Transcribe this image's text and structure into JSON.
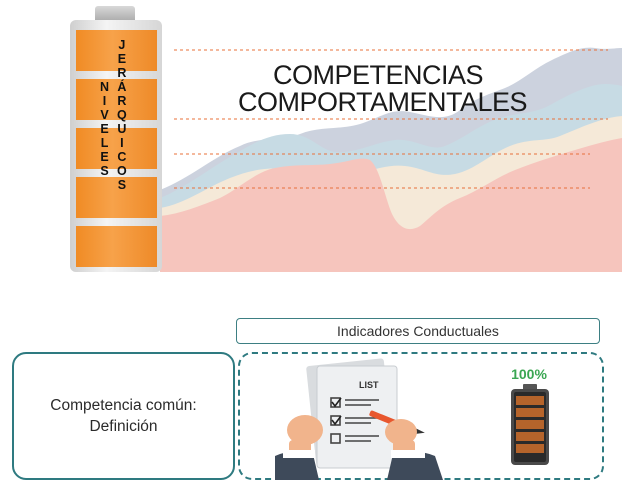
{
  "title": {
    "line1": "COMPETENCIAS",
    "line2": "COMPORTAMENTALES"
  },
  "battery_words": {
    "left": [
      "N",
      "I",
      "V",
      "E",
      "L",
      "E",
      "S"
    ],
    "right": [
      "J",
      "E",
      "R",
      "Á",
      "R",
      "Q",
      "U",
      "I",
      "C",
      "O",
      "S"
    ]
  },
  "indicators_header": "Indicadores Conductuales",
  "definition": {
    "line1": "Competencia común:",
    "line2": "Definición"
  },
  "checklist_title": "LIST",
  "battery_level": "100%",
  "icons": [
    "battery-icon",
    "checklist-icon",
    "pen-icon",
    "hands-icon"
  ],
  "colors": {
    "battery_orange": "#f39330",
    "accent_teal": "#2e7a80",
    "level_green": "#3aa652",
    "dash_line": "#e8703a"
  }
}
